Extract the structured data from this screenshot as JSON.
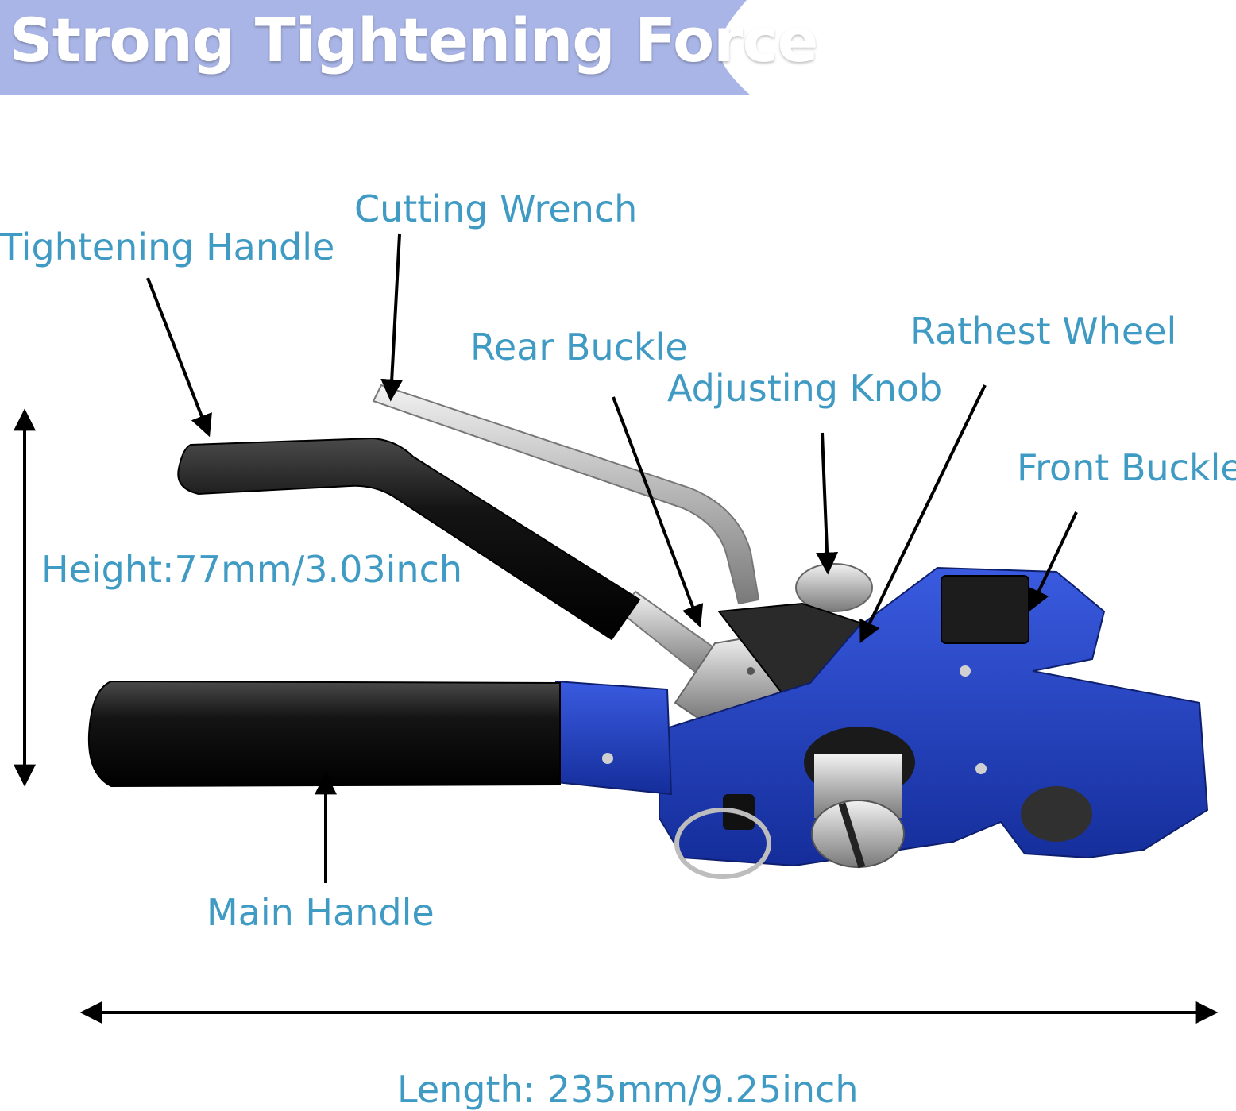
{
  "banner": {
    "title": "Strong Tightening Force"
  },
  "labels": {
    "cutting_wrench": "Cutting Wrench",
    "tightening_handle": "Tightening Handle",
    "rear_buckle": "Rear Buckle",
    "rathest_wheel": "Rathest Wheel",
    "adjusting_knob": "Adjusting Knob",
    "front_buckle": "Front Buckle",
    "height": "Height:77mm/3.03inch",
    "main_handle": "Main Handle",
    "length": "Length: 235mm/9.25inch"
  },
  "colors": {
    "label_text": "#3f9ac4",
    "banner_bg": "#a9b5e6",
    "tool_blue": "#1f3fbf",
    "grip_black": "#1b1b1b",
    "steel": "#c8c8c8"
  }
}
